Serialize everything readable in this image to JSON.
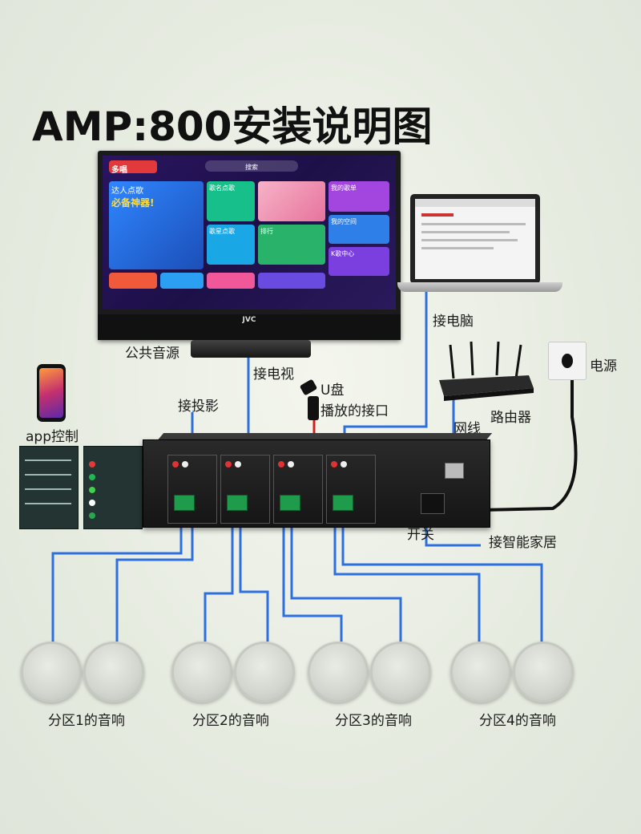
{
  "title": "AMP:800安装说明图",
  "labels": {
    "public_audio": "公共音源",
    "connect_tv": "接电视",
    "connect_projector": "接投影",
    "usb_disk": "U盘",
    "usb_port": "播放的接口",
    "connect_pc": "接电脑",
    "power": "电源",
    "router": "路由器",
    "network_cable": "网线",
    "app_control": "app控制",
    "switch": "开关",
    "smart_home": "接智能家居"
  },
  "zones": [
    {
      "label": "分区1的音响"
    },
    {
      "label": "分区2的音响"
    },
    {
      "label": "分区3的音响"
    },
    {
      "label": "分区4的音响"
    }
  ],
  "tv": {
    "brand": "JVC",
    "app_logo": "多唱",
    "search": "搜索",
    "tiles": [
      "达人点歌",
      "必备神器!",
      "歌名点歌",
      "歌星点歌",
      "排行",
      "我的歌单",
      "我的空间",
      "K歌中心"
    ]
  },
  "colors": {
    "wire_blue": "#2d6fe0",
    "wire_black": "#111111",
    "wire_red": "#d0201a",
    "terminal_green": "#1e9b4b"
  }
}
